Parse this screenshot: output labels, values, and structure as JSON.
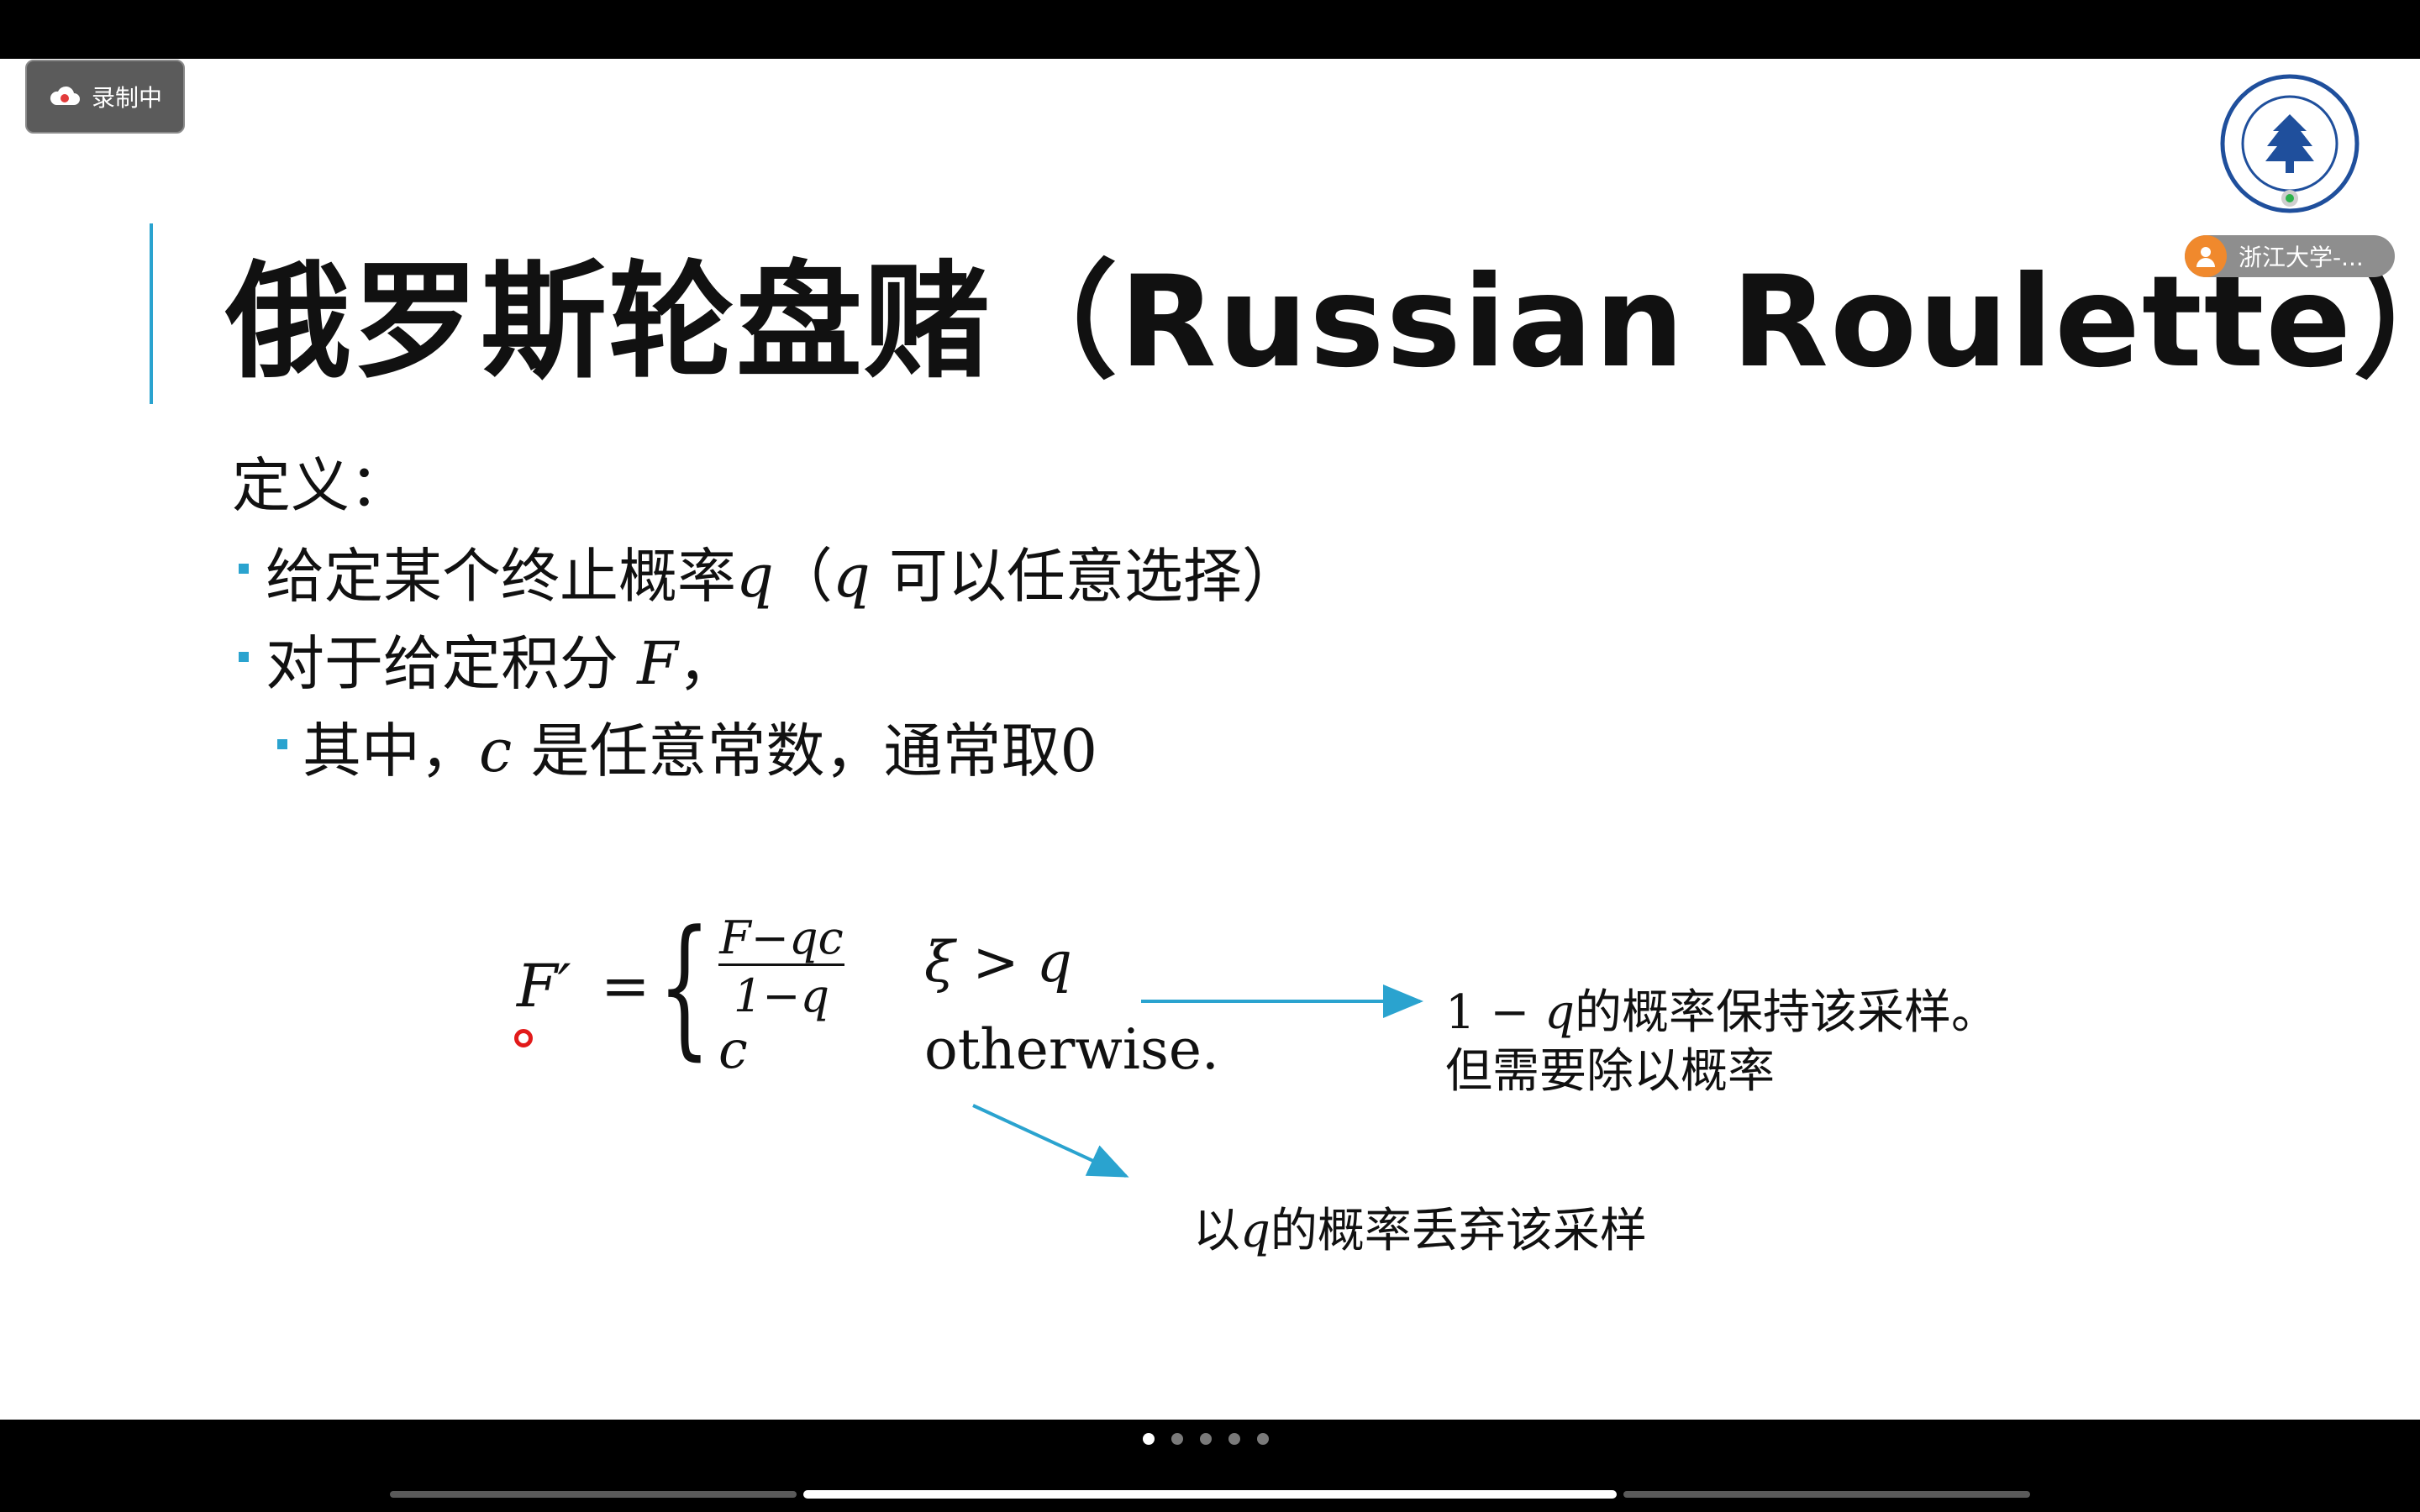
{
  "recording": {
    "label": "录制中",
    "icon": "cloud-recording-icon"
  },
  "logo": {
    "alt_icon": "zhejiang-university-logo"
  },
  "participant": {
    "name": "浙江大学-...",
    "icon": "user-icon",
    "avatar_color": "#f0892d"
  },
  "slide": {
    "title": "俄罗斯轮盘赌（Russian Roulette）",
    "definition_label": "定义：",
    "bullet1_prefix": "给定某个终止概率",
    "bullet1_var": "q",
    "bullet1_paren_open": "（",
    "bullet1_var2": "q",
    "bullet1_suffix": " 可以任意选择）",
    "bullet2_prefix": "对于给定积分 ",
    "bullet2_var": "F",
    "bullet2_suffix": "，",
    "sub_bullet_prefix": "其中，",
    "sub_bullet_var": "c",
    "sub_bullet_suffix": " 是任意常数，通常取",
    "sub_bullet_zero": "0",
    "accent_color": "#2aa3cf"
  },
  "formula": {
    "lhs": "F′",
    "eq": "=",
    "brace": "{",
    "frac_num": "F−qc",
    "frac_den": "1−q",
    "case2_value": "c",
    "cond1": "ξ > q",
    "cond2": "otherwise."
  },
  "annotations": {
    "right_line1_prefix": "1 − ",
    "right_line1_var": "q",
    "right_line1_suffix": "的概率保持该采样。",
    "right_line2": "但需要除以概率",
    "bottom_prefix": "以",
    "bottom_var": "q",
    "bottom_suffix": "的概率丢弃该采样"
  },
  "pagination": {
    "total_dots": 5,
    "active_index": 0
  }
}
